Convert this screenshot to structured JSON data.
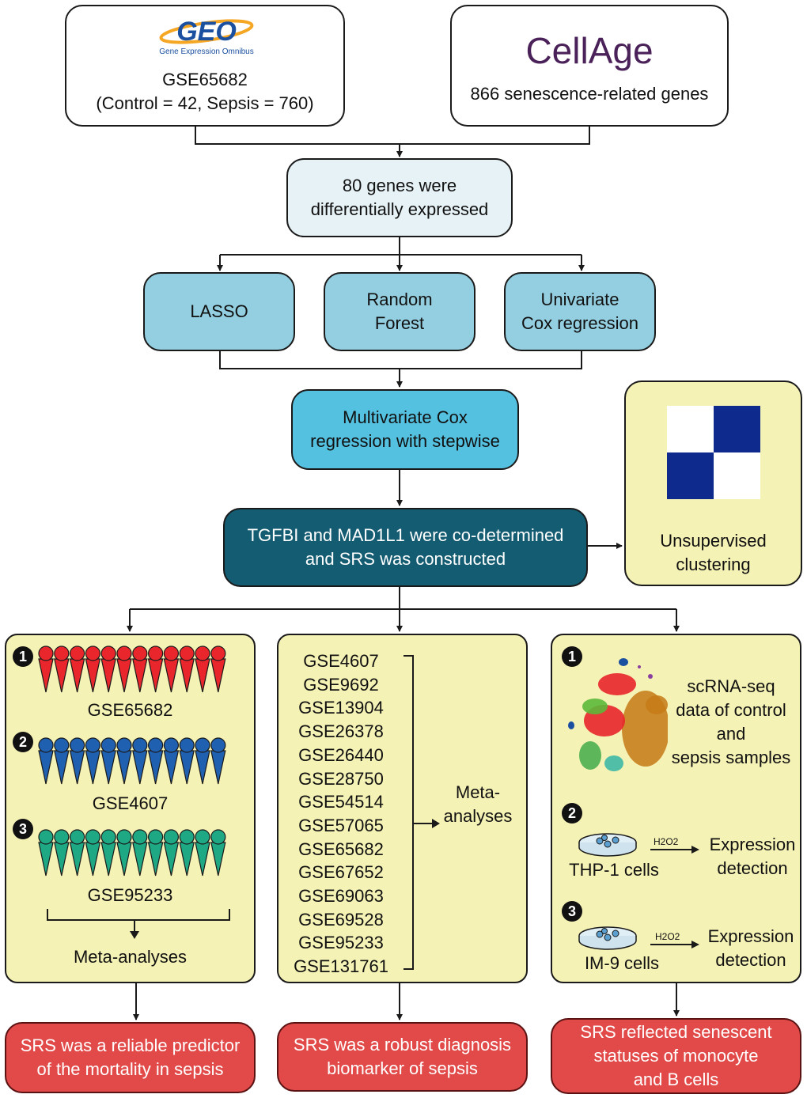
{
  "geo_box": {
    "logo_text": "GEO",
    "logo_subtitle": "Gene Expression Omnibus",
    "dataset": "GSE65682",
    "counts": "(Control = 42, Sepsis = 760)"
  },
  "cellage_box": {
    "title": "CellAge",
    "subtitle": "866 senescence-related genes"
  },
  "deg_box": {
    "lines": [
      "80 genes were",
      "differentially expressed"
    ]
  },
  "methods": [
    {
      "lines": [
        "LASSO"
      ]
    },
    {
      "lines": [
        "Random",
        "Forest"
      ]
    },
    {
      "lines": [
        "Univariate",
        "Cox regression"
      ]
    }
  ],
  "multivariate_box": {
    "lines": [
      "Multivariate Cox",
      "regression with stepwise"
    ]
  },
  "srs_box": {
    "lines": [
      "TGFBI and MAD1L1 were co-determined",
      "and SRS was constructed"
    ]
  },
  "clustering_box": {
    "lines": [
      "Unsupervised",
      "clustering"
    ]
  },
  "left_panel": {
    "markers": [
      "1",
      "2",
      "3"
    ],
    "cohorts": [
      "GSE65682",
      "GSE4607",
      "GSE95233"
    ],
    "cohort_colors": [
      "#e8262b",
      "#2060b0",
      "#1fa884"
    ],
    "footer": "Meta-analyses"
  },
  "middle_panel": {
    "datasets": [
      "GSE4607",
      "GSE9692",
      "GSE13904",
      "GSE26378",
      "GSE26440",
      "GSE28750",
      "GSE54514",
      "GSE57065",
      "GSE65682",
      "GSE67652",
      "GSE69063",
      "GSE69528",
      "GSE95233",
      "GSE131761"
    ],
    "label": [
      "Meta-",
      "analyses"
    ]
  },
  "right_panel": {
    "markers": [
      "1",
      "2",
      "3"
    ],
    "scrna_lines": [
      "scRNA-seq",
      "data of control",
      "and",
      "sepsis samples"
    ],
    "treatment": "H2O2",
    "cells": [
      "THP-1 cells",
      "IM-9 cells"
    ],
    "result_lines": [
      "Expression",
      "detection"
    ]
  },
  "conclusions": [
    {
      "lines": [
        "SRS was a reliable predictor",
        "of  the mortality in sepsis"
      ]
    },
    {
      "lines": [
        "SRS was a robust diagnosis",
        "biomarker of sepsis"
      ]
    },
    {
      "lines": [
        "SRS reflected senescent",
        "statuses of monocyte",
        "and B cells"
      ]
    }
  ]
}
